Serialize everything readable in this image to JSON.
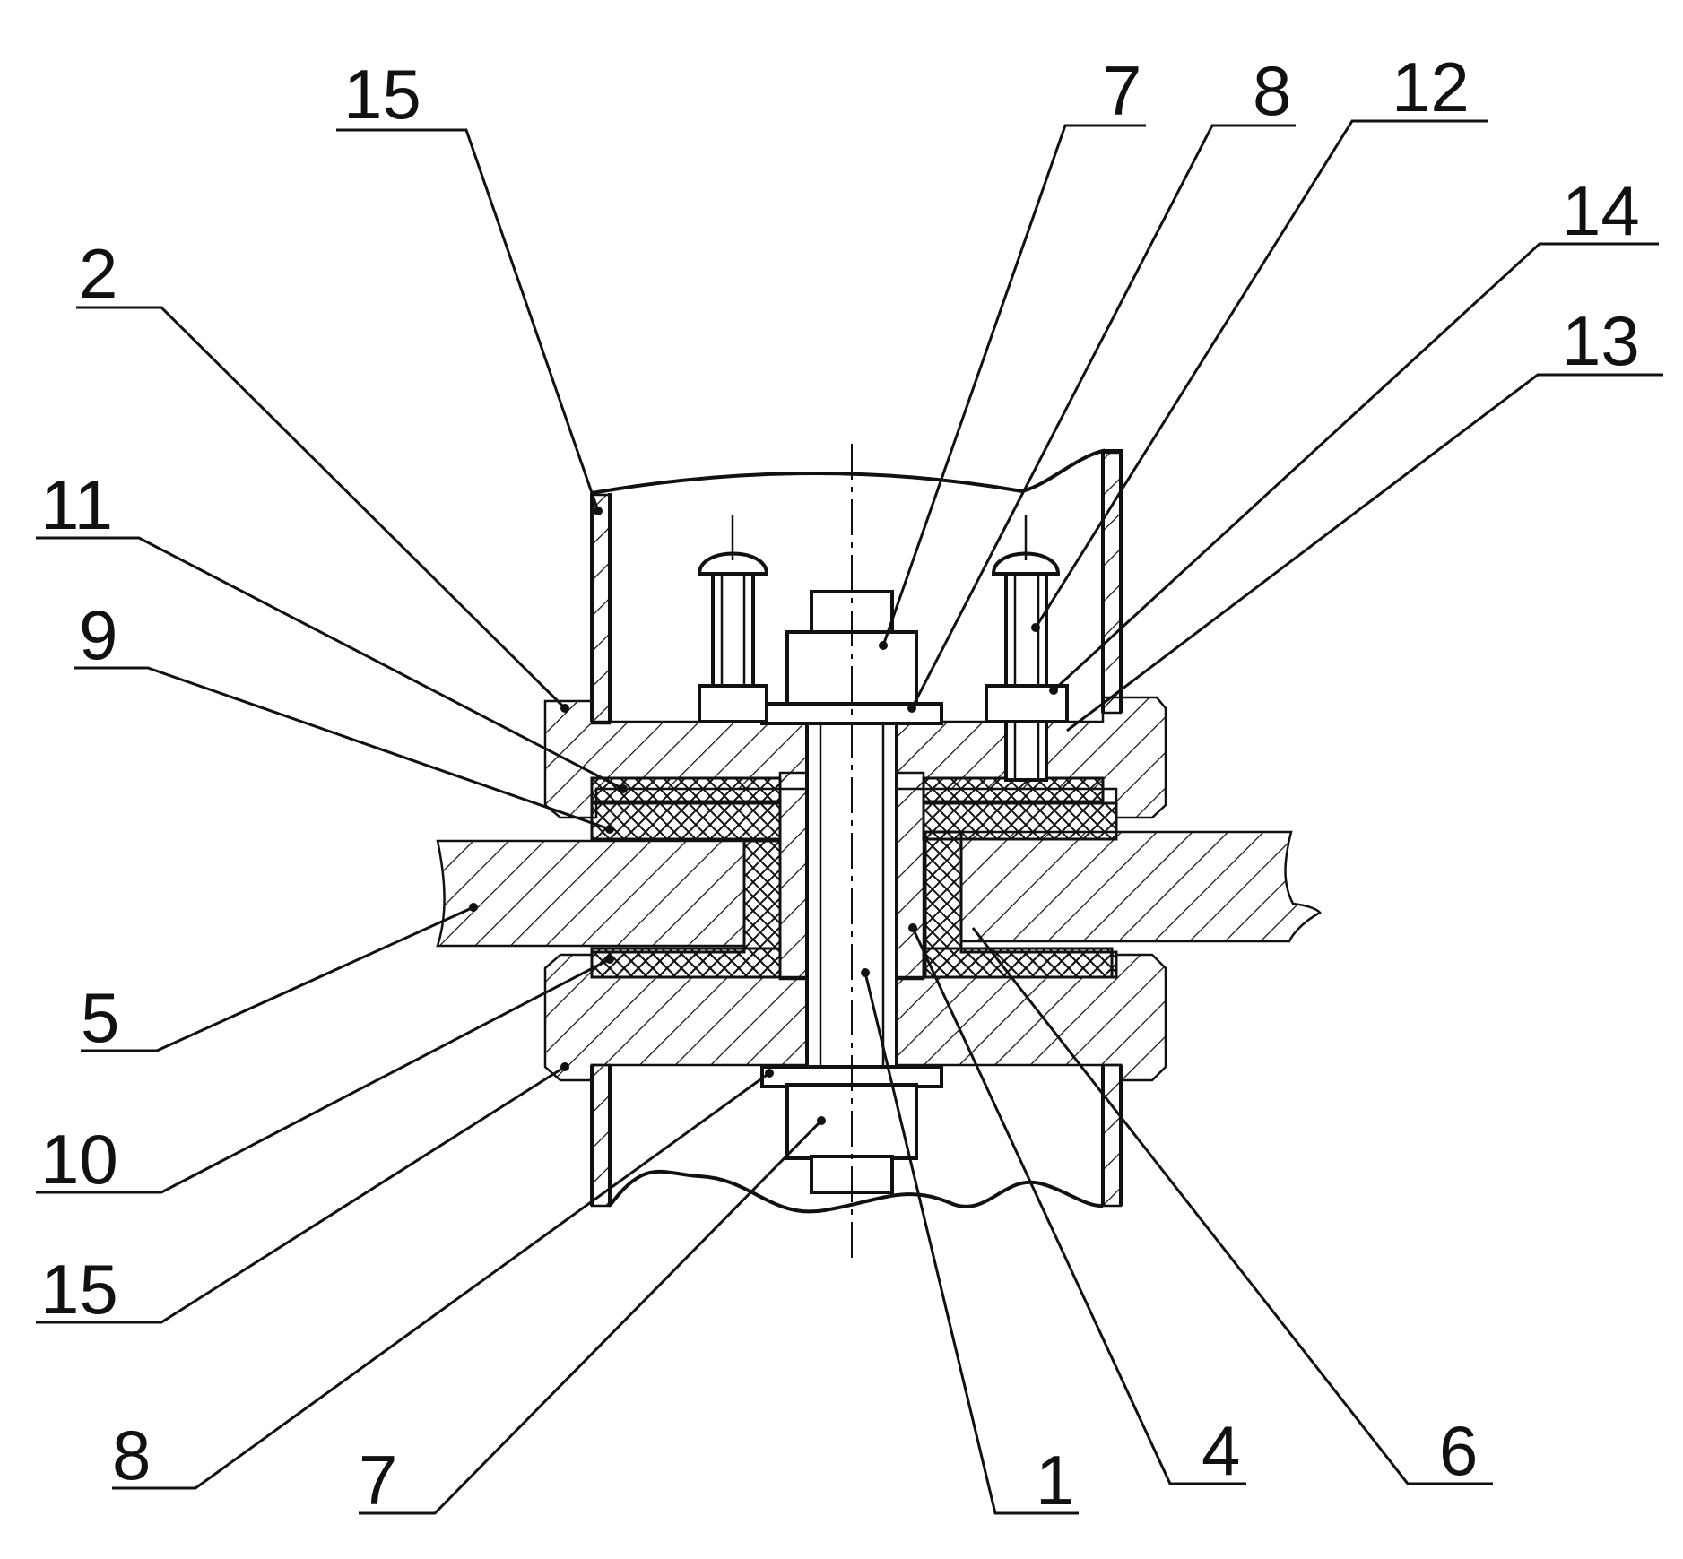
{
  "drawing": {
    "labels": [
      "15",
      "7",
      "8",
      "12",
      "14",
      "13",
      "2",
      "11",
      "9",
      "5",
      "10",
      "15",
      "8",
      "7",
      "1",
      "4",
      "6"
    ]
  }
}
